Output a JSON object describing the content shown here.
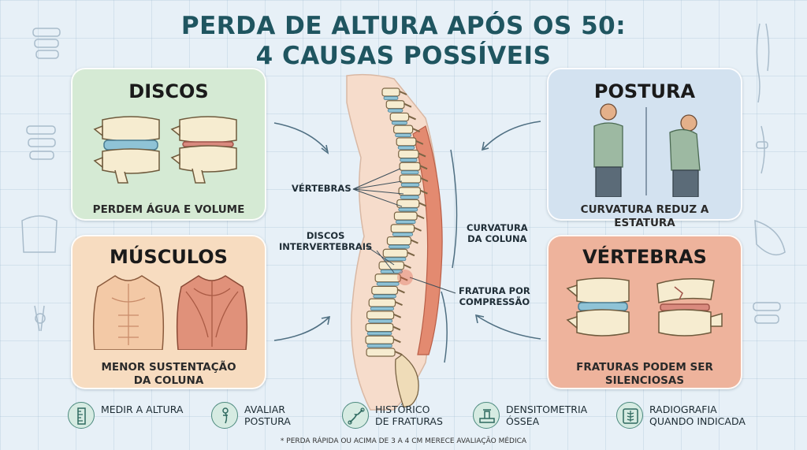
{
  "title": {
    "line1": "PERDA DE ALTURA APÓS OS 50:",
    "line2": "4 CAUSAS POSSÍVEIS"
  },
  "cards": {
    "discos": {
      "title": "DISCOS",
      "caption": "PERDEM ÁGUA E VOLUME"
    },
    "musculos": {
      "title": "MÚSCULOS",
      "caption_line1": "MENOR SUSTENTAÇÃO",
      "caption_line2": "DA COLUNA"
    },
    "postura": {
      "title": "POSTURA",
      "caption": "CURVATURA REDUZ A ESTATURA"
    },
    "vertebras": {
      "title": "VÉRTEBRAS",
      "caption_line1": "FRATURAS PODEM SER",
      "caption_line2": "SILENCIOSAS"
    }
  },
  "spine_labels": {
    "vertebras": "VÉRTEBRAS",
    "discos_line1": "DISCOS",
    "discos_line2": "INTERVERTEBRAIS",
    "curvatura_line1": "CURVATURA",
    "curvatura_line2": "DA COLUNA",
    "fratura_line1": "FRATURA POR",
    "fratura_line2": "COMPRESSÃO"
  },
  "footer": [
    {
      "icon": "ruler-icon",
      "line1": "MEDIR A ALTURA",
      "line2": ""
    },
    {
      "icon": "person-posture-icon",
      "line1": "AVALIAR",
      "line2": "POSTURA"
    },
    {
      "icon": "broken-bone-icon",
      "line1": "HISTÓRICO",
      "line2": "DE FRATURAS"
    },
    {
      "icon": "densitometry-icon",
      "line1": "DENSITOMETRIA",
      "line2": "ÓSSEA"
    },
    {
      "icon": "xray-icon",
      "line1": "RADIOGRAFIA",
      "line2": "QUANDO INDICADA"
    }
  ],
  "footnote": "* PERDA RÁPIDA OU ACIMA DE 3 A 4 CM MERECE AVALIAÇÃO MÉDICA",
  "colors": {
    "title": "#1f5560",
    "discos_card": "#d5ead4",
    "musculos_card": "#f7dcc0",
    "postura_card": "#d3e2f0",
    "vertebras_card": "#eeb39c",
    "disc": "#8fc3d6",
    "bone": "#f6ecd0",
    "muscle": "#e0917a"
  }
}
